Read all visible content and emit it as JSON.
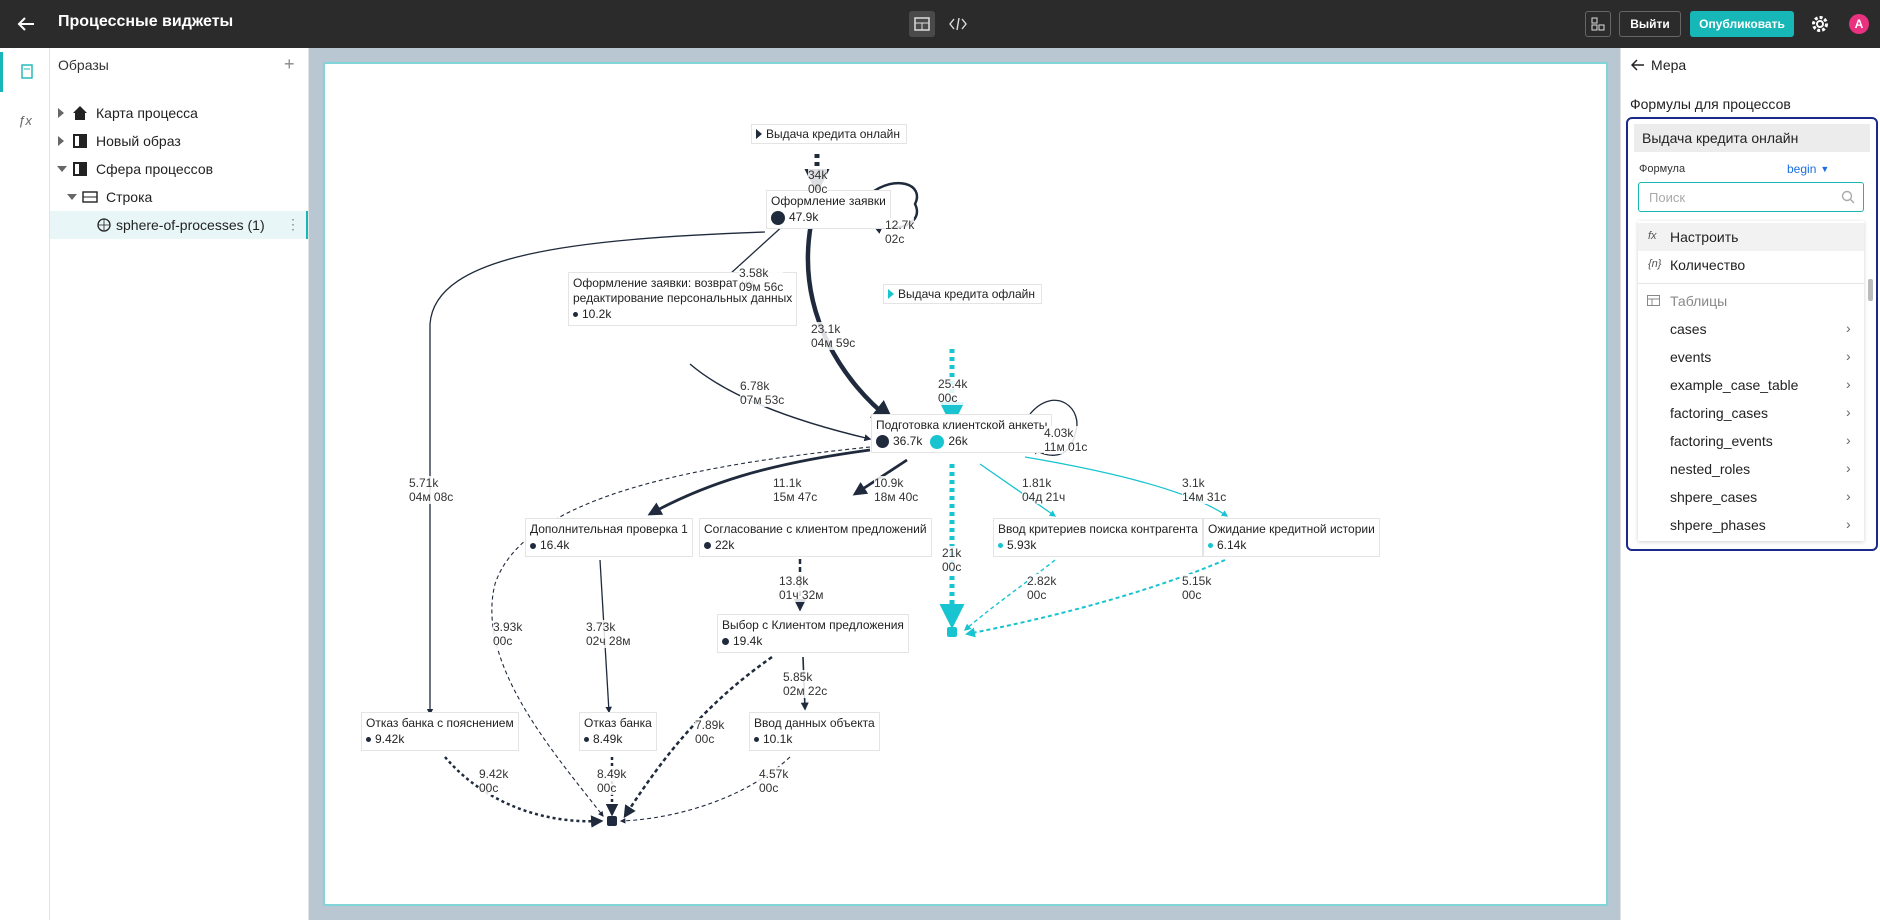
{
  "header": {
    "title": "Процессные виджеты",
    "exit_label": "Выйти",
    "publish_label": "Опубликовать",
    "avatar_letter": "A"
  },
  "tree": {
    "header": "Образы",
    "items": [
      {
        "label": "Карта процесса"
      },
      {
        "label": "Новый образ"
      },
      {
        "label": "Сфера процессов"
      },
      {
        "label": "Строка"
      },
      {
        "label": "sphere-of-processes (1)"
      }
    ]
  },
  "graph": {
    "starts": [
      {
        "label": "Выдача кредита онлайн"
      },
      {
        "label": "Выдача кредита офлайн"
      }
    ],
    "nodes": [
      {
        "name": "Оформление заявки",
        "count": "47.9k"
      },
      {
        "name": "Оформление заявки: возврат на",
        "name2": "редактирование персональных данных",
        "count": "10.2k"
      },
      {
        "name": "Подготовка клиентской анкеты",
        "count": "36.7k",
        "count2": "26k"
      },
      {
        "name": "Дополнительная проверка 1",
        "count": "16.4k"
      },
      {
        "name": "Согласование с клиентом предложений",
        "count": "22k"
      },
      {
        "name": "Ввод критериев поиска контрагента",
        "count": "5.93k"
      },
      {
        "name": "Ожидание кредитной истории",
        "count": "6.14k"
      },
      {
        "name": "Выбор с Клиентом предложения",
        "count": "19.4k"
      },
      {
        "name": "Отказ банка с пояснением",
        "count": "9.42k"
      },
      {
        "name": "Отказ банка",
        "count": "8.49k"
      },
      {
        "name": "Ввод данных объекта",
        "count": "10.1k"
      }
    ],
    "edges": [
      {
        "a": "34k",
        "b": "00с"
      },
      {
        "a": "12.7k",
        "b": "02с"
      },
      {
        "a": "3.58k",
        "b": "09м 56с"
      },
      {
        "a": "23.1k",
        "b": "04м 59с"
      },
      {
        "a": "25.4k",
        "b": "00с"
      },
      {
        "a": "6.78k",
        "b": "07м 53с"
      },
      {
        "a": "4.03k",
        "b": "11м 01с"
      },
      {
        "a": "5.71k",
        "b": "04м 08с"
      },
      {
        "a": "11.1k",
        "b": "15м 47с"
      },
      {
        "a": "10.9k",
        "b": "18м 40с"
      },
      {
        "a": "1.81k",
        "b": "04д 21ч"
      },
      {
        "a": "3.1k",
        "b": "14м 31с"
      },
      {
        "a": "21k",
        "b": "00с"
      },
      {
        "a": "13.8k",
        "b": "01ч 32м"
      },
      {
        "a": "2.82k",
        "b": "00с"
      },
      {
        "a": "5.15k",
        "b": "00с"
      },
      {
        "a": "3.93k",
        "b": "00с"
      },
      {
        "a": "3.73k",
        "b": "02ч 28м"
      },
      {
        "a": "5.85k",
        "b": "02м 22с"
      },
      {
        "a": "7.89k",
        "b": "00с"
      },
      {
        "a": "9.42k",
        "b": "00с"
      },
      {
        "a": "8.49k",
        "b": "00с"
      },
      {
        "a": "4.57k",
        "b": "00с"
      }
    ]
  },
  "right_panel": {
    "back_label": "Мера",
    "subtitle": "Формулы для процессов",
    "selected": "Выдача кредита онлайн",
    "formula_label": "Формула",
    "formula_value": "begin",
    "search_placeholder": "Поиск",
    "menu": [
      {
        "icon": "fx",
        "label": "Настроить"
      },
      {
        "icon": "{n}",
        "label": "Количество"
      },
      {
        "label": "Таблицы"
      },
      {
        "label": "cases"
      },
      {
        "label": "events"
      },
      {
        "label": "example_case_table"
      },
      {
        "label": "factoring_cases"
      },
      {
        "label": "factoring_events"
      },
      {
        "label": "nested_roles"
      },
      {
        "label": "shpere_cases"
      },
      {
        "label": "shpere_phases"
      }
    ]
  },
  "colors": {
    "accent": "#17b7b7",
    "dark": "#1f2a3c",
    "teal_graph": "#17c4cf",
    "focus": "#1b2a8a",
    "avatar": "#e8317f"
  }
}
